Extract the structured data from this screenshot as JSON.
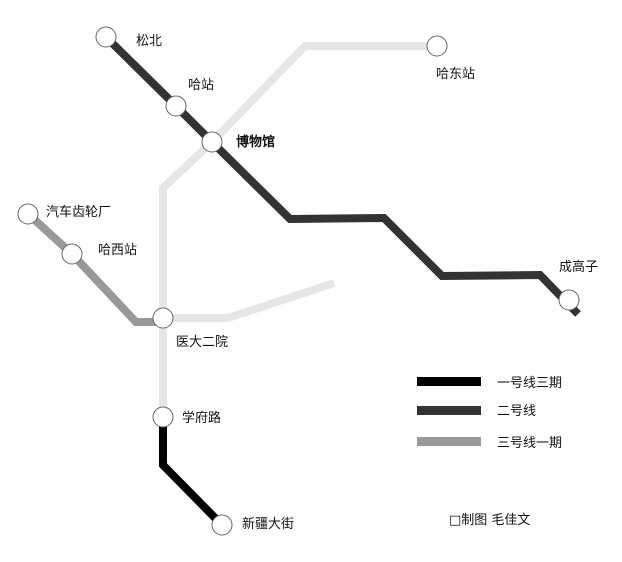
{
  "colors": {
    "line1_phase3": "#000000",
    "line2": "#333333",
    "line3_phase1": "#999999",
    "future_line": "#e6e6e6",
    "station_fill": "#ffffff",
    "station_stroke": "#666666"
  },
  "lines": [
    {
      "id": "line2",
      "name": "二号线",
      "stations": [
        "松北",
        "哈站",
        "博物馆",
        "成高子"
      ]
    },
    {
      "id": "line1_phase3",
      "name": "一号线三期",
      "stations": [
        "学府路",
        "新疆大街"
      ]
    },
    {
      "id": "line3_phase1",
      "name": "三号线一期",
      "stations": [
        "汽车齿轮厂",
        "哈西站",
        "医大二院"
      ]
    },
    {
      "id": "future_line",
      "name": "",
      "stations": [
        "哈东站",
        "博物馆",
        "医大二院",
        "学府路"
      ]
    }
  ],
  "stations": [
    {
      "id": "songbei",
      "name": "松北"
    },
    {
      "id": "hazhan",
      "name": "哈站"
    },
    {
      "id": "bowuguan",
      "name": "博物馆"
    },
    {
      "id": "hadongzhan",
      "name": "哈东站"
    },
    {
      "id": "qichechilunchang",
      "name": "汽车齿轮厂"
    },
    {
      "id": "haxizhan",
      "name": "哈西站"
    },
    {
      "id": "yidaeryuan",
      "name": "医大二院"
    },
    {
      "id": "xuefulu",
      "name": "学府路"
    },
    {
      "id": "xinjiangdajie",
      "name": "新疆大街"
    },
    {
      "id": "chenggaozi",
      "name": "成高子"
    }
  ],
  "legend": [
    {
      "line": "line1_phase3",
      "label": "一号线三期"
    },
    {
      "line": "line2",
      "label": "二号线"
    },
    {
      "line": "line3_phase1",
      "label": "三号线一期"
    }
  ],
  "credit": "□制图 毛佳文"
}
